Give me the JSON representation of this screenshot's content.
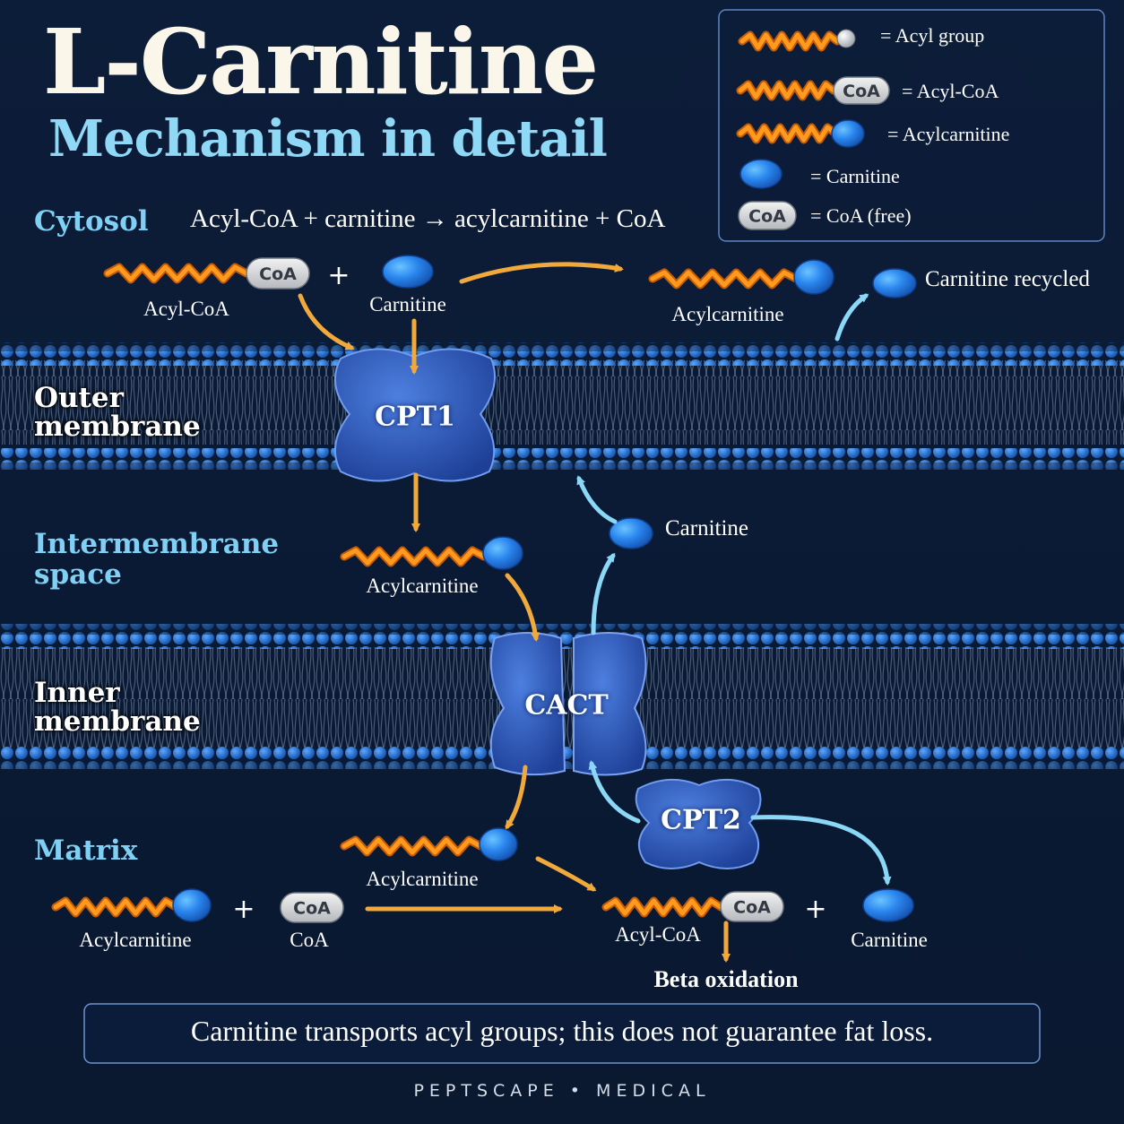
{
  "header": {
    "title": "L-Carnitine",
    "subtitle": "Mechanism in detail"
  },
  "legend": {
    "items": [
      {
        "symbol": "acyl-group",
        "text": "= Acyl group"
      },
      {
        "symbol": "acyl-coa",
        "text": "= Acyl-CoA"
      },
      {
        "symbol": "acylcarnitine",
        "text": "= Acylcarnitine"
      },
      {
        "symbol": "carnitine",
        "text": "= Carnitine"
      },
      {
        "symbol": "coa-free",
        "text": "= CoA (free)"
      }
    ],
    "coa_badge": "CoA"
  },
  "regions": {
    "cytosol": "Cytosol",
    "outer_membrane": [
      "Outer",
      "membrane"
    ],
    "intermembrane": [
      "Intermembrane",
      "space"
    ],
    "inner_membrane": [
      "Inner",
      "membrane"
    ],
    "matrix": "Matrix"
  },
  "cytosol": {
    "equation": "Acyl-CoA + carnitine → acylcarnitine + CoA",
    "acyl_coa_label": "Acyl-CoA",
    "carnitine_label": "Carnitine",
    "acylcarnitine_label": "Acylcarnitine",
    "recycled_label": "Carnitine recycled",
    "plus": "+"
  },
  "enzymes": {
    "cpt1": "CPT1",
    "cact": "CACT",
    "cpt2": "CPT2"
  },
  "intermembrane": {
    "acylcarnitine_label": "Acylcarnitine",
    "carnitine_label": "Carnitine"
  },
  "matrix": {
    "acylcarnitine_top_label": "Acylcarnitine",
    "acylcarnitine_label": "Acylcarnitine",
    "coa_label": "CoA",
    "acyl_coa_label": "Acyl-CoA",
    "carnitine_label": "Carnitine",
    "beta_oxidation": "Beta oxidation",
    "plus": "+"
  },
  "footer": {
    "note": "Carnitine transports acyl groups; this does not guarantee fat loss.",
    "brand": "PEPTSCAPE • MEDICAL"
  },
  "colors": {
    "background": "#0b1b33",
    "acyl_chain": "#ff9a1f",
    "carnitine": "#2f8ff0",
    "membrane": "#1e68c8",
    "enzyme": "#2f59b8",
    "cyan_arrow": "#8ad8f6",
    "orange_arrow": "#f2a93c"
  }
}
